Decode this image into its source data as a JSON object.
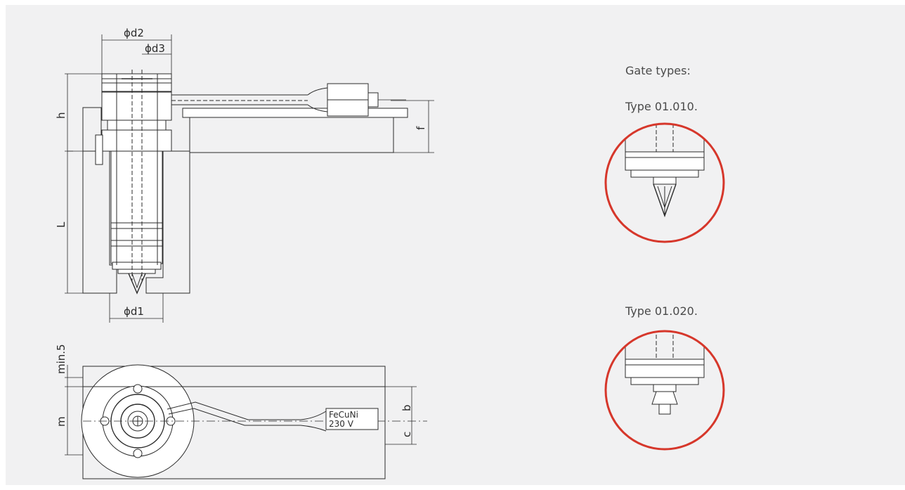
{
  "dims": {
    "d2": "ϕd2",
    "d3": "ϕd3",
    "d1": "ϕd1",
    "h": "h",
    "L": "L",
    "f": "f",
    "min5": "min.5",
    "m": "m",
    "b": "b",
    "c": "c"
  },
  "box": {
    "line1": "FeCuNi",
    "line2": "230 V"
  },
  "gate": {
    "heading": "Gate types:",
    "type1": "Type 01.010.",
    "type2": "Type 01.020."
  },
  "colors": {
    "background": "#f1f1f2",
    "line": "#2b2b2b",
    "circle": "#d6372b",
    "text": "#4a4a4a"
  }
}
